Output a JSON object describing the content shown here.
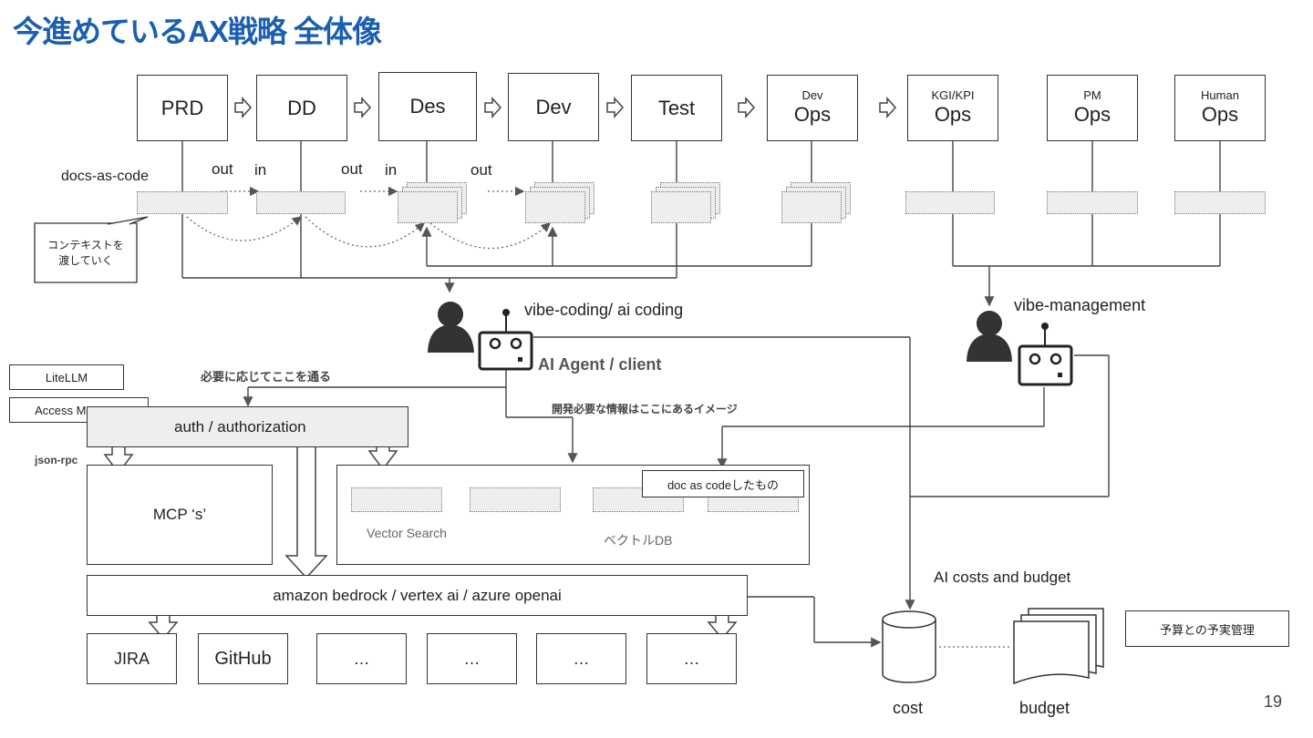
{
  "title": "今進めているAX戦略 全体像",
  "stages": [
    {
      "top": "",
      "main": "PRD"
    },
    {
      "top": "",
      "main": "DD"
    },
    {
      "top": "",
      "main": "Des"
    },
    {
      "top": "",
      "main": "Dev"
    },
    {
      "top": "",
      "main": "Test"
    },
    {
      "top": "Dev",
      "main": "Ops"
    },
    {
      "top": "KGI/KPI",
      "main": "Ops"
    },
    {
      "top": "PM",
      "main": "Ops"
    },
    {
      "top": "Human",
      "main": "Ops"
    }
  ],
  "docs_as_code": "docs-as-code",
  "flow_labels": [
    "out",
    "in",
    "out",
    "in",
    "out"
  ],
  "callout": {
    "line1": "コンテキストを",
    "line2": "渡していく"
  },
  "vibe_coding": "vibe-coding/ ai coding",
  "ai_agent": "AI Agent / client",
  "vibe_management": "vibe-management",
  "litellm": "LiteLLM",
  "access_manager": "Access Manager",
  "pass_note": "必要に応じてここを通る",
  "info_note": "開発必要な情報はここにあるイメージ",
  "auth": "auth / authorization",
  "json_rpc": "json-rpc",
  "mcp": "MCP ‘s’",
  "doc_as_code_box": "doc as codeしたもの",
  "vector_search": "Vector Search",
  "vector_db": "ベクトルDB",
  "bedrock": "amazon bedrock  / vertex ai / azure openai",
  "tools": [
    "JIRA",
    "GitHub",
    "…",
    "…",
    "…",
    "…"
  ],
  "ai_costs": "AI costs and budget",
  "budget_mgmt": "予算との予実管理",
  "cost": "cost",
  "budget": "budget",
  "page_number": "19"
}
